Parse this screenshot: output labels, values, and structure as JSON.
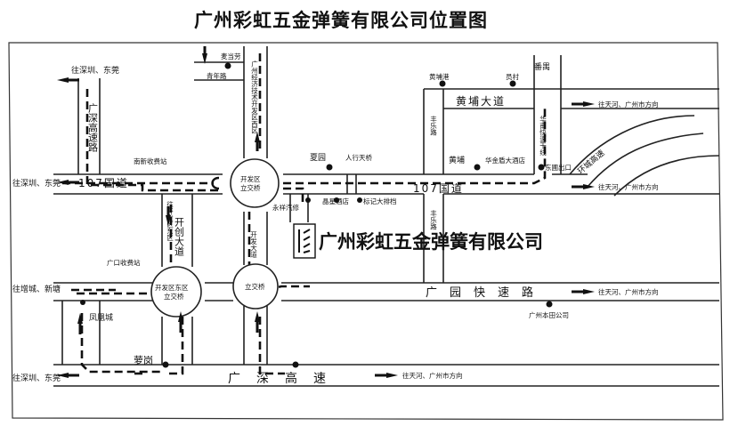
{
  "title": "广州彩虹五金弹簧有限公司位置图",
  "company": "广州彩虹五金弹簧有限公司",
  "labels": {
    "to_shenzhen_dongguan_top": "往深圳、东莞",
    "to_shenzhen_dongguan_left": "往深圳、东莞",
    "to_shenzhen_dongguan_bottom": "往深圳、东莞",
    "to_zengcheng_xintang": "往增城、新塘",
    "to_tianhe_1": "往天河、广州市方向",
    "to_tianhe_2": "往天河、广州市方向",
    "to_tianhe_3": "往天河、广州市方向",
    "to_tianhe_4": "往天河、广州市方向",
    "guangshen_expressway_v": "广深高速路",
    "guangshen_expressway_h": "广深高速",
    "national_107_left": "107国道",
    "national_107_right": "107国道",
    "huangpu_avenue": "黄埔大道",
    "guangyuan_expressway": "广园快速路",
    "huanan_expressway": "华南快速干线",
    "huancheng_expressway": "环城高速",
    "kaichuang_avenue": "开创大道",
    "kaichuang_sub": "往开发区东区",
    "kaifa_avenue": "开发大道",
    "fengle_road_1": "丰乐路",
    "fengle_road_2": "丰乐路",
    "econ_dev_west": "广州经济技术开发区西区",
    "qingnian_road": "青年路",
    "nanxin_toll": "南新收费站",
    "guangkou_toll": "广口收费站",
    "dongpu_exit": "东圃出口",
    "luogang": "萝岗",
    "fenghuang_city": "凤凰城",
    "mcdonalds": "麦当劳",
    "huangpu_port": "黄埔港",
    "yuancun": "员村",
    "panyu": "番禺",
    "xiayuan": "夏园",
    "pedestrian_bridge": "人行天桥",
    "huangpu": "黄埔",
    "huajin_hotel": "华金盾大酒店",
    "guangzhou_honda": "广州本田公司",
    "yongxiang_auto": "永祥汽修",
    "jingxing_hotel": "晶星酒店",
    "biaoji_building": "标记大排档",
    "kaifaqu_bridge": "开发区立交桥",
    "kaifa_dongqu_bridge": "开发区东区立交桥",
    "lijiao_bridge": "立交桥"
  },
  "icons": {
    "arrow": "right-arrow-icon",
    "logo": "company-logo-icon"
  }
}
